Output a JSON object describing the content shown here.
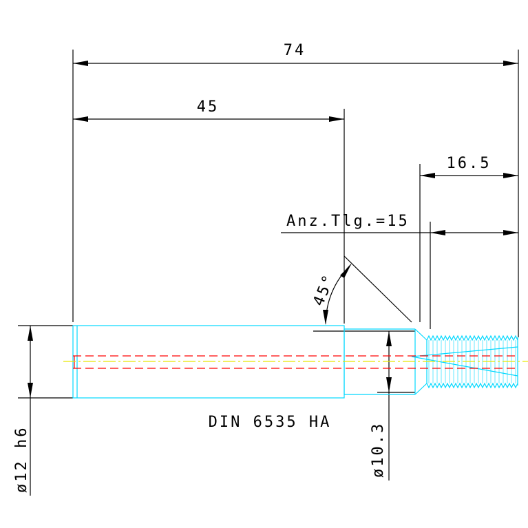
{
  "dimensions": {
    "overall_length": "74",
    "flute_length": "45",
    "thread_length": "16.5",
    "tooth_count": "Anz.Tlg.=15",
    "angle": "45°",
    "shank_diameter": "ø12 h6",
    "neck_diameter": "ø10.3"
  },
  "standard": "DIN 6535 HA",
  "colors": {
    "outline": "#00d8ff",
    "hidden_line": "#ff0000",
    "center_line": "#e8e800",
    "dimension": "#000000"
  }
}
